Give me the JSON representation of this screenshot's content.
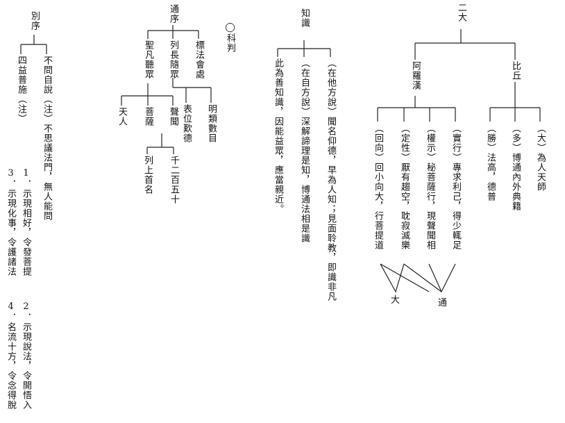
{
  "top": {
    "er_da": "二大",
    "bi_qiu": "比丘",
    "a_luo_han": "阿羅漢",
    "bq_items": [
      "（大）為人天師",
      "（多）博通內外典籍",
      "（勝）法高，德普"
    ],
    "alh_items": [
      "（實行）專求利己，得少輒足",
      "（權示）秘菩薩行，現聲聞相",
      "（定性）厭有趨空，耽寂滅樂",
      "（回向）回小向大，行菩提道"
    ],
    "da": "大",
    "tong": "通"
  },
  "zhishi": {
    "title": "知識",
    "items": [
      "（在他方說）聞名仰德，早為人知；見面聆教，即識非凡",
      "（在自方說）深解諦理是知，博通法相是識",
      "此為善知識，因能益眾，應當親近。"
    ]
  },
  "kepan": "◯科判",
  "tongxu": {
    "title": "通序",
    "biao": "標法會處",
    "lie": "列長隨眾",
    "mingleishu": "明類數目",
    "biaowei": "表位歎德",
    "shengfan": "聖凡聽眾",
    "shengwen": "聲聞",
    "pusa": "菩薩",
    "tianren": "天人",
    "qian": "千二百五十",
    "lieshang": "列上首名"
  },
  "biexu": {
    "title": "別序",
    "buwen": "不問自說（注）不思議法門，無人能問",
    "sizhong": "四益普施（注）",
    "n1": "1．示現相好，令發菩提",
    "n2": "2．示現說法，令開悟入",
    "n3": "3．示現化事，令護諸法",
    "n4": "4．名流十方，令念得脫"
  }
}
